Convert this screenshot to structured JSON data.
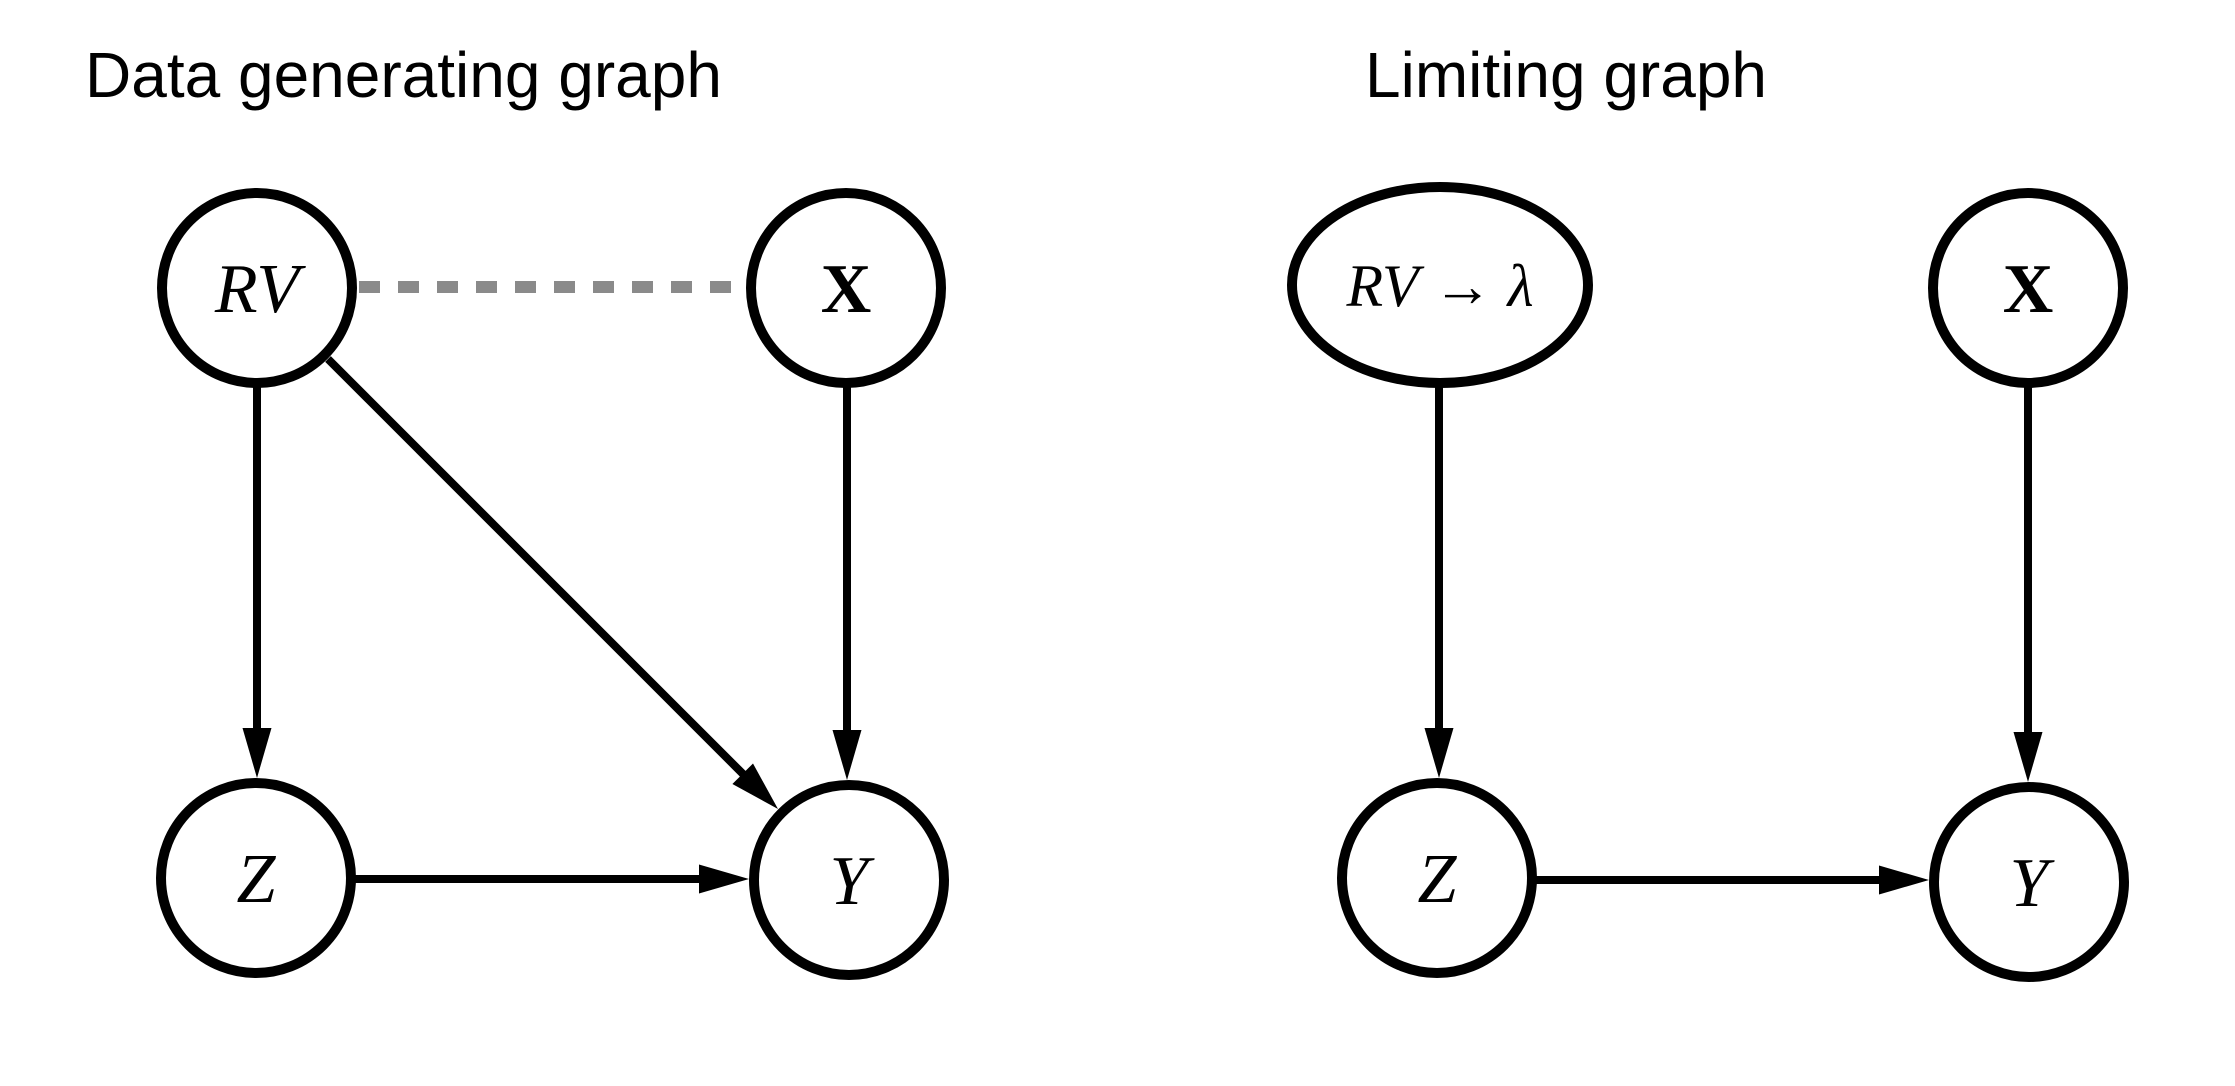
{
  "figure": {
    "background_color": "#ffffff",
    "node_fill_color": "#ffffff",
    "node_stroke_color": "#000000",
    "edge_color": "#000000",
    "dashed_edge_color": "#8a8a8a"
  },
  "left_graph": {
    "title": "Data generating graph",
    "nodes": {
      "rv": "RV",
      "x": "X",
      "z": "Z",
      "y": "Y"
    },
    "edges": [
      {
        "from": "RV",
        "to": "X",
        "style": "dashed",
        "directed": false
      },
      {
        "from": "RV",
        "to": "Z",
        "style": "solid",
        "directed": true
      },
      {
        "from": "RV",
        "to": "Y",
        "style": "solid",
        "directed": true
      },
      {
        "from": "X",
        "to": "Y",
        "style": "solid",
        "directed": true
      },
      {
        "from": "Z",
        "to": "Y",
        "style": "solid",
        "directed": true
      }
    ]
  },
  "right_graph": {
    "title": "Limiting graph",
    "nodes": {
      "rv_lambda": "RV → λ",
      "x": "X",
      "z": "Z",
      "y": "Y"
    },
    "edges": [
      {
        "from": "RV → λ",
        "to": "Z",
        "style": "solid",
        "directed": true
      },
      {
        "from": "X",
        "to": "Y",
        "style": "solid",
        "directed": true
      },
      {
        "from": "Z",
        "to": "Y",
        "style": "solid",
        "directed": true
      }
    ]
  }
}
